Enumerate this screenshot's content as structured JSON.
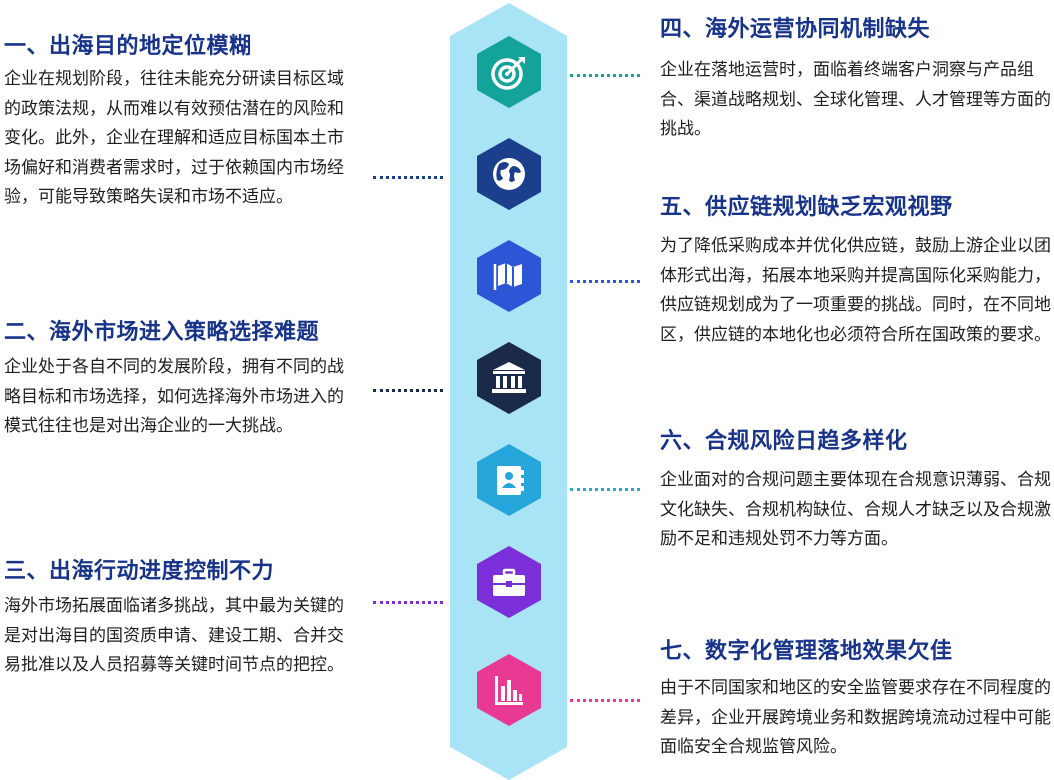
{
  "left": [
    {
      "title": "一、出海目的地定位模糊",
      "body": "企业在规划阶段，往往未能充分研读目标区域的政策法规，从而难以有效预估潜在的风险和变化。此外，企业在理解和适应目标国本土市场偏好和消费者需求时，过于依赖国内市场经验，可能导致策略失误和市场不适应。"
    },
    {
      "title": "二、海外市场进入策略选择难题",
      "body": "企业处于各自不同的发展阶段，拥有不同的战略目标和市场选择，如何选择海外市场进入的模式往往也是对出海企业的一大挑战。"
    },
    {
      "title": "三、出海行动进度控制不力",
      "body": "海外市场拓展面临诸多挑战，其中最为关键的是对出海目的国资质申请、建设工期、合并交易批准以及人员招募等关键时间节点的把控。"
    }
  ],
  "right": [
    {
      "title": "四、海外运营协同机制缺失",
      "body": "企业在落地运营时，面临着终端客户洞察与产品组合、渠道战略规划、全球化管理、人才管理等方面的挑战。"
    },
    {
      "title": "五、供应链规划缺乏宏观视野",
      "body": "为了降低采购成本并优化供应链，鼓励上游企业以团体形式出海，拓展本地采购并提高国际化采购能力，供应链规划成为了一项重要的挑战。同时，在不同地区，供应链的本地化也必须符合所在国政策的要求。"
    },
    {
      "title": "六、合规风险日趋多样化",
      "body": "企业面对的合规问题主要体现在合规意识薄弱、合规文化缺失、合规机构缺位、合规人才缺乏以及合规激励不足和违规处罚不力等方面。"
    },
    {
      "title": "七、数字化管理落地效果欠佳",
      "body": "由于不同国家和地区的安全监管要求存在不同程度的差异，企业开展跨境业务和数据跨境流动过程中可能面临安全合规监管风险。"
    }
  ],
  "icons": [
    {
      "name": "target-icon",
      "color": "#14a39a"
    },
    {
      "name": "globe-icon",
      "color": "#1b3f8c"
    },
    {
      "name": "map-icon",
      "color": "#2d56d6"
    },
    {
      "name": "bank-icon",
      "color": "#1b2a48"
    },
    {
      "name": "contact-book-icon",
      "color": "#27a6db"
    },
    {
      "name": "briefcase-icon",
      "color": "#7a2fd8"
    },
    {
      "name": "bar-chart-icon",
      "color": "#e83a93"
    }
  ],
  "colors": {
    "strip": "#a9e3f6",
    "title": "#17338a",
    "dots_left": [
      "#1b3f8c",
      "#1b2a48",
      "#7a2fd8"
    ],
    "dots_right": [
      "#14a39a",
      "#2d56d6",
      "#27a6db",
      "#e83a93"
    ]
  }
}
